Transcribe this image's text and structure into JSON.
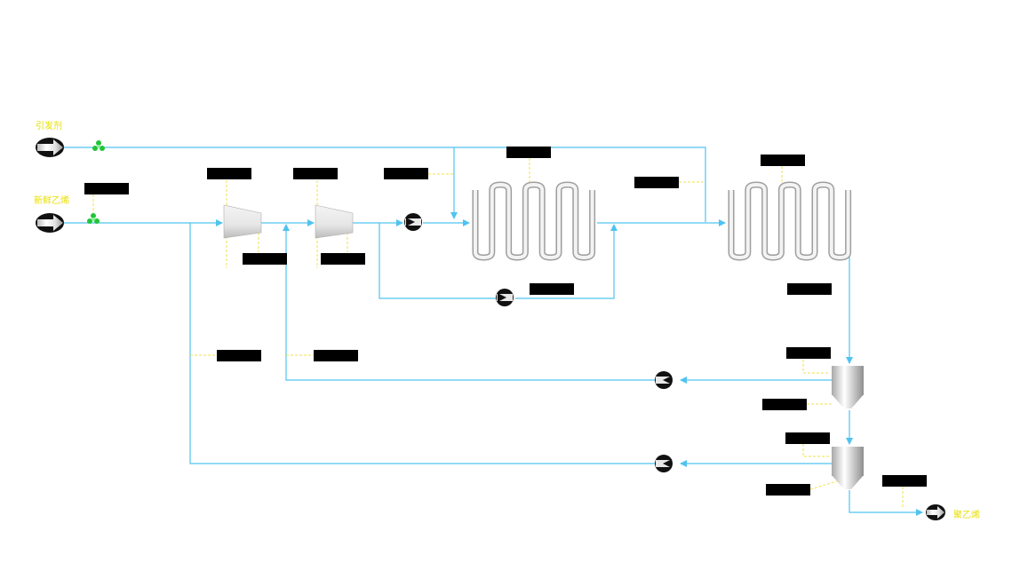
{
  "streams": {
    "initiator_label": "引发剂",
    "fresh_ethylene_label": "新鲜乙烯",
    "product_label": "聚乙烯"
  },
  "colors": {
    "background": "#ffffff",
    "stream_line": "#4fc3ef",
    "signal_line": "#f2e04a",
    "stream_label": "#e8e000",
    "valve": "#22c43a",
    "tag_box": "#000000"
  },
  "icons": [
    "feed-arrow-icon",
    "valve-icon",
    "compressor-icon",
    "pump-icon",
    "tubular-reactor-icon",
    "separator-vessel-icon",
    "product-arrow-icon"
  ]
}
